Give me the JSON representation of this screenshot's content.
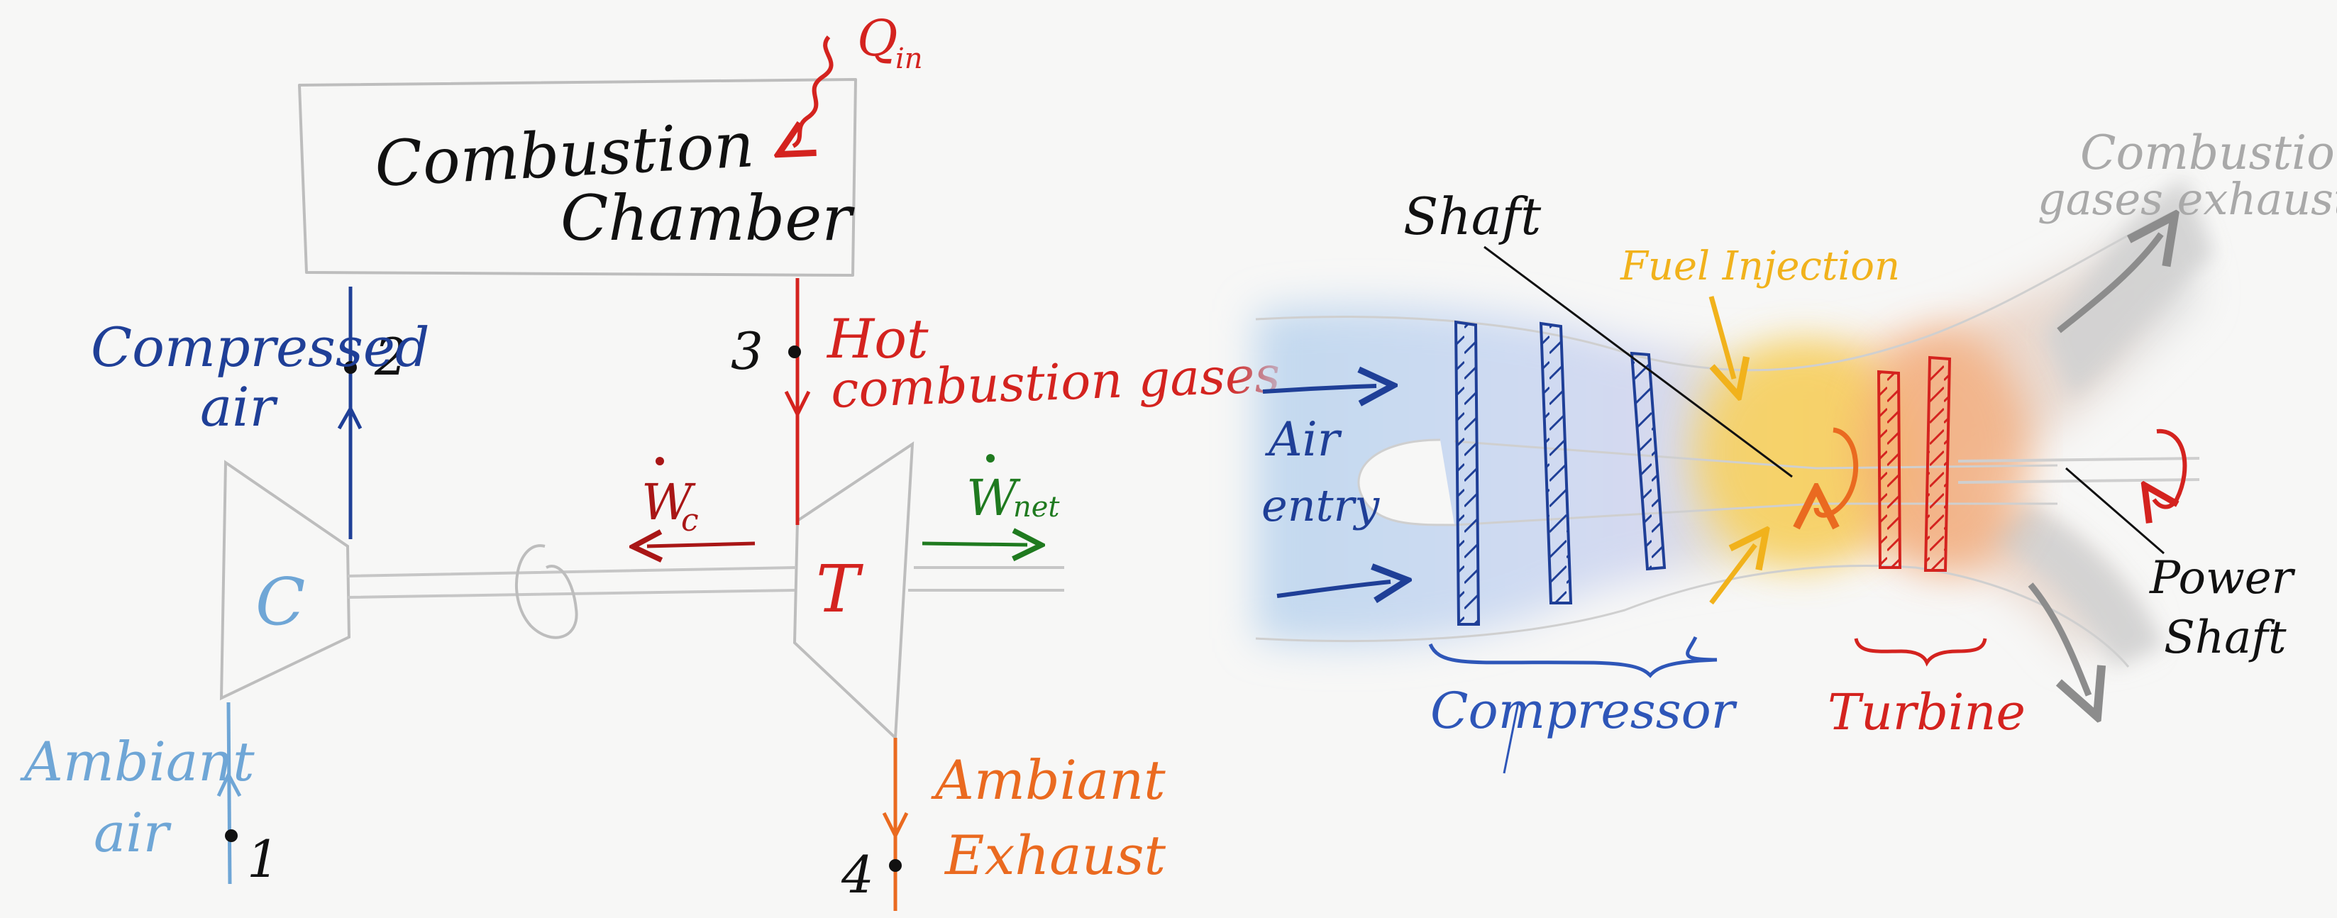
{
  "cycle": {
    "heat_in": "Q",
    "heat_in_sub": "in",
    "chamber_line1": "Combustion",
    "chamber_line2": "Chamber",
    "compressed_line1": "Compressed",
    "compressed_line2": "air",
    "point_1": "1",
    "point_2": "2",
    "point_3": "3",
    "point_4": "4",
    "hot_line1": "Hot",
    "hot_line2": "combustion gases",
    "work_c": "W",
    "work_c_sub": "c",
    "work_net": "W",
    "work_net_sub": "net",
    "compressor_letter": "C",
    "turbine_letter": "T",
    "ambient_air_line1": "Ambiant",
    "ambient_air_line2": "air",
    "exhaust_line1": "Ambiant",
    "exhaust_line2": "Exhaust"
  },
  "engine": {
    "shaft": "Shaft",
    "fuel_injection": "Fuel Injection",
    "exhaust_line1": "Combustion",
    "exhaust_line2": "gases exhaust",
    "air_line1": "Air",
    "air_line2": "entry",
    "power_line1": "Power",
    "power_line2": "Shaft",
    "compressor": "Compressor",
    "turbine": "Turbine"
  },
  "colors": {
    "dark_blue": "#1f3f97",
    "light_blue": "#6fa6d6",
    "red": "#d4231f",
    "dark_red": "#a91616",
    "orange": "#ea6a20",
    "green": "#1f7a1f",
    "yellow": "#f1b21c",
    "gray": "#8c8c8c",
    "pencil": "#bdbdbd",
    "ink": "#111111"
  }
}
